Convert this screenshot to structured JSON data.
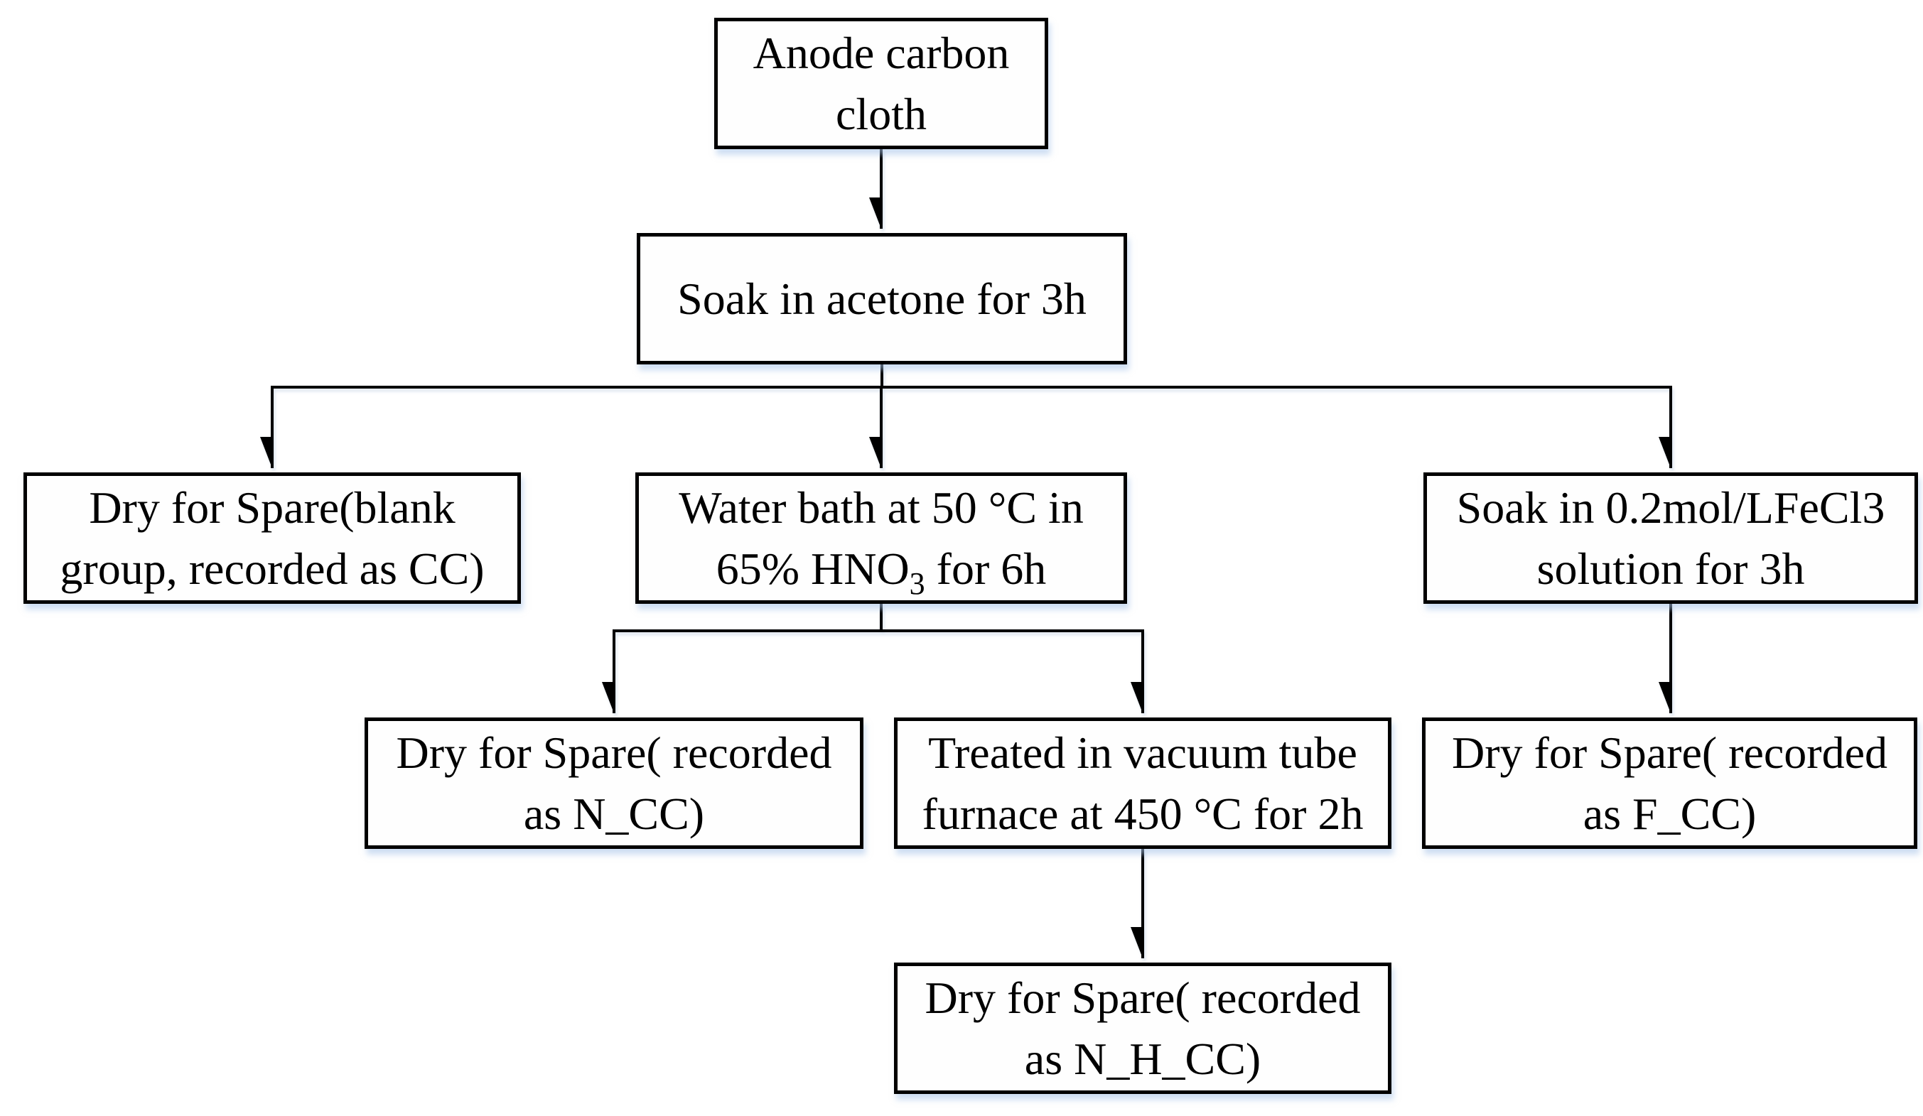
{
  "diagram": {
    "description": "Anode carbon cloth treatment flowchart",
    "colors": {
      "box_border": "#000000",
      "box_background": "#fefefe",
      "line_color": "#000000",
      "shadow": "#a5c3e8",
      "text": "#000000"
    },
    "nodes": {
      "anode": {
        "line1": "Anode carbon",
        "line2": "cloth"
      },
      "acetone": {
        "line1": "Soak in acetone for 3h"
      },
      "cc": {
        "line1": "Dry for Spare(blank",
        "line2": "group, recorded as CC)"
      },
      "hno3": {
        "line1": "Water bath at 50 °C in",
        "line2_pre": "65% HNO",
        "line2_sub": "3",
        "line2_post": " for 6h"
      },
      "fecl3": {
        "line1": "Soak in 0.2mol/LFeCl3",
        "line2": "solution for 3h"
      },
      "ncc": {
        "line1": "Dry for Spare( recorded",
        "line2": "as N_CC)"
      },
      "furnace": {
        "line1": "Treated in vacuum tube",
        "line2": "furnace at 450 °C for 2h"
      },
      "fcc": {
        "line1": "Dry for Spare( recorded",
        "line2": "as F_CC)"
      },
      "nhcc": {
        "line1": "Dry for Spare( recorded",
        "line2": "as N_H_CC)"
      }
    },
    "edges": [
      {
        "from": "anode",
        "to": "acetone"
      },
      {
        "from": "acetone",
        "to": "cc"
      },
      {
        "from": "acetone",
        "to": "hno3"
      },
      {
        "from": "acetone",
        "to": "fecl3"
      },
      {
        "from": "hno3",
        "to": "ncc"
      },
      {
        "from": "hno3",
        "to": "furnace"
      },
      {
        "from": "fecl3",
        "to": "fcc"
      },
      {
        "from": "furnace",
        "to": "nhcc"
      }
    ]
  }
}
